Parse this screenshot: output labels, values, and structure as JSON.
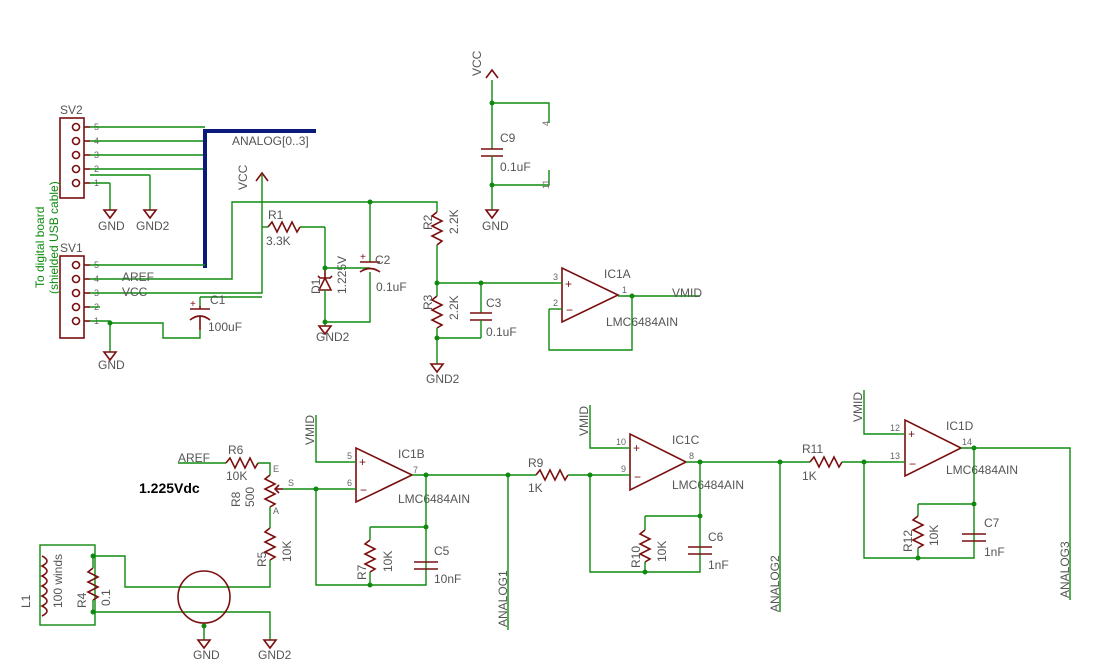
{
  "connectors": {
    "sv2": {
      "ref": "SV2",
      "pins": [
        "5",
        "4",
        "3",
        "2",
        "1"
      ]
    },
    "sv1": {
      "ref": "SV1",
      "pins": [
        "5",
        "4",
        "3",
        "2",
        "1"
      ]
    },
    "note_line1": "To digital board",
    "note_line2": "(shielded USB cable)"
  },
  "nets": {
    "analog_bus": "ANALOG[0..3]",
    "aref": "AREF",
    "vcc": "VCC",
    "gnd": "GND",
    "gnd2": "GND2",
    "vmid": "VMID",
    "analog1": "ANALOG1",
    "analog2": "ANALOG2",
    "analog3": "ANALOG3"
  },
  "components": {
    "r1": {
      "ref": "R1",
      "value": "3.3K"
    },
    "r2": {
      "ref": "R2",
      "value": "2.2K"
    },
    "r3": {
      "ref": "R3",
      "value": "2.2K"
    },
    "r4": {
      "ref": "R4",
      "value": "0.1"
    },
    "r5": {
      "ref": "R5",
      "value": "10K"
    },
    "r6": {
      "ref": "R6",
      "value": "10K"
    },
    "r7": {
      "ref": "R7",
      "value": "10K"
    },
    "r8": {
      "ref": "R8",
      "value": "500",
      "pin_e": "E",
      "pin_s": "S",
      "pin_a": "A"
    },
    "r9": {
      "ref": "R9",
      "value": "1K"
    },
    "r10": {
      "ref": "R10",
      "value": "10K"
    },
    "r11": {
      "ref": "R11",
      "value": "1K"
    },
    "r12": {
      "ref": "R12",
      "value": "10K"
    },
    "c1": {
      "ref": "C1",
      "value": "100uF"
    },
    "c2": {
      "ref": "C2",
      "value": "0.1uF"
    },
    "c3": {
      "ref": "C3",
      "value": "0.1uF"
    },
    "c5": {
      "ref": "C5",
      "value": "10nF"
    },
    "c6": {
      "ref": "C6",
      "value": "1nF"
    },
    "c7": {
      "ref": "C7",
      "value": "1nF"
    },
    "c9": {
      "ref": "C9",
      "value": "0.1uF"
    },
    "d1": {
      "ref": "D1",
      "value": "1.225V"
    },
    "l1": {
      "ref": "L1",
      "value": "100 winds"
    },
    "ic1a": {
      "ref": "IC1A",
      "pins": [
        "3",
        "2",
        "1"
      ]
    },
    "ic1b": {
      "ref": "IC1B",
      "value": "LMC6484AIN",
      "pins": [
        "5",
        "6",
        "7"
      ]
    },
    "ic1c": {
      "ref": "IC1C",
      "value": "LMC6484AIN",
      "pins": [
        "10",
        "9",
        "8"
      ]
    },
    "ic1d": {
      "ref": "IC1D",
      "value": "LMC6484AIN",
      "pins": [
        "12",
        "13",
        "14"
      ]
    },
    "ic1a_value": "LMC6484AIN",
    "ic1_power_pins": [
      "4",
      "11"
    ]
  },
  "annotation": "1.225Vdc",
  "colors": {
    "wire": "#0f8a0f",
    "component": "#7a0f0f",
    "bus": "#0a1a7a",
    "label": "#555555"
  }
}
